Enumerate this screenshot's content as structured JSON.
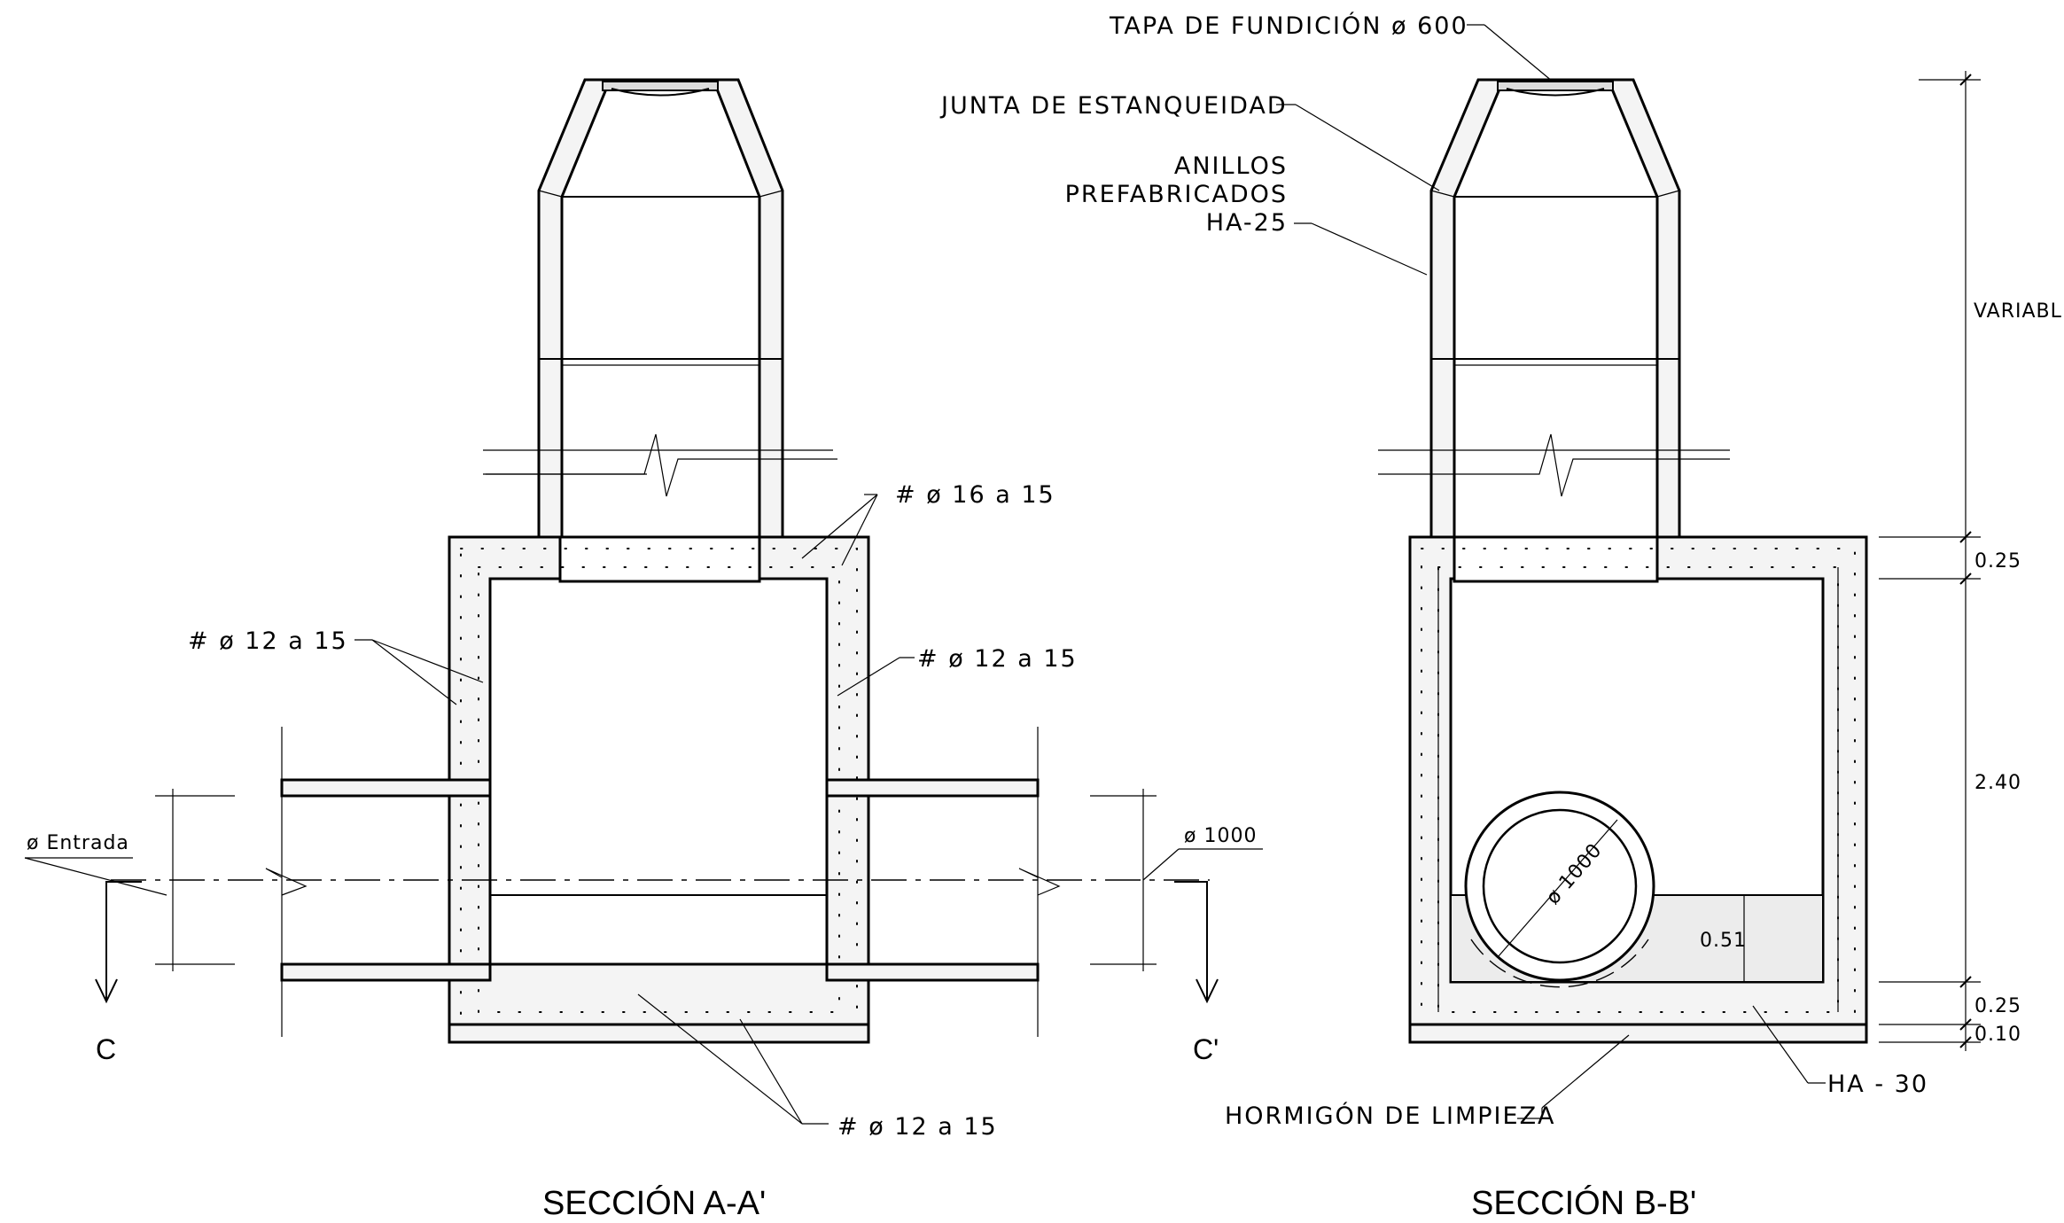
{
  "section_a": {
    "title": "SECCIÓN A-A'",
    "rebar_top": "# ø 16 a 15",
    "rebar_left": "# ø 12 a 15",
    "rebar_right": "# ø 12 a 15",
    "rebar_bottom": "# ø 12 a 15",
    "inlet_label": "ø Entrada",
    "outlet_label": "ø 1000",
    "cut_left": "C",
    "cut_right": "C'"
  },
  "section_b": {
    "title": "SECCIÓN  B-B'",
    "cover_label": "TAPA DE FUNDICIÓN ø 600",
    "seal_label": "JUNTA DE ESTANQUEIDAD",
    "rings_label_1": "ANILLOS",
    "rings_label_2": "PREFABRICADOS",
    "rings_label_3": "HA-25",
    "pipe_label": "ø 1000",
    "bench_height": "0.51",
    "concrete_label": "HA  -  30",
    "blinding_label": "HORMIGÓN DE LIMPIEZA",
    "dimensions": {
      "variable": "VARIABLE",
      "slab_top": "0.25",
      "chamber": "2.40",
      "slab_bottom": "0.25",
      "blinding": "0.10"
    }
  }
}
